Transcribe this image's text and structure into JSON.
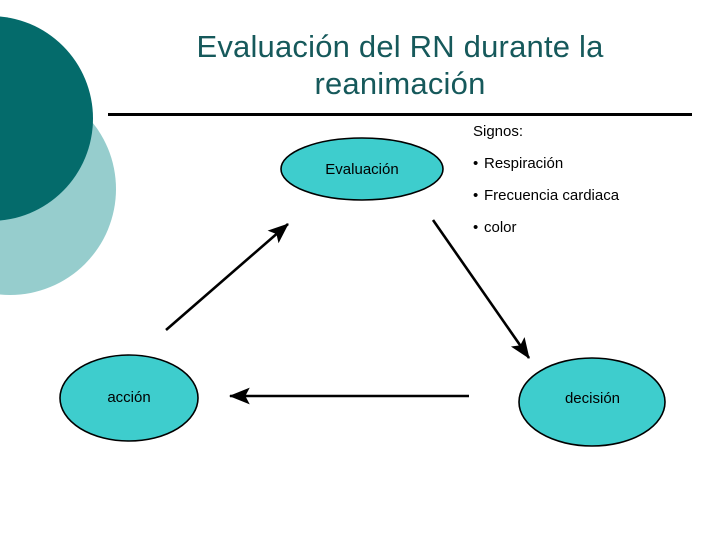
{
  "slide": {
    "title": "Evaluación del RN durante la\nreanimación",
    "title_color": "#16595b",
    "background_color": "#ffffff"
  },
  "decor": {
    "dark_circle_color": "#046b6b",
    "light_circle_color": "#96cdcd",
    "dark_circle_name": "dark-teal-circle",
    "light_circle_name": "light-teal-circle"
  },
  "diagram": {
    "node_fill": "#3ecdcd",
    "node_stroke": "#000000",
    "arrow_color": "#000000",
    "nodes": [
      {
        "id": "evaluacion",
        "label": "Evaluación"
      },
      {
        "id": "decision",
        "label": "decisión"
      },
      {
        "id": "accion",
        "label": "acción"
      }
    ],
    "edges": [
      {
        "from": "evaluacion",
        "to": "decision",
        "direction": "down-right"
      },
      {
        "from": "decision",
        "to": "accion",
        "direction": "left"
      },
      {
        "from": "accion",
        "to": "evaluacion",
        "direction": "up-right"
      }
    ]
  },
  "signos": {
    "heading": "Signos:",
    "bullet_glyph": "•",
    "items": [
      "Respiración",
      "Frecuencia cardiaca",
      "color"
    ]
  }
}
